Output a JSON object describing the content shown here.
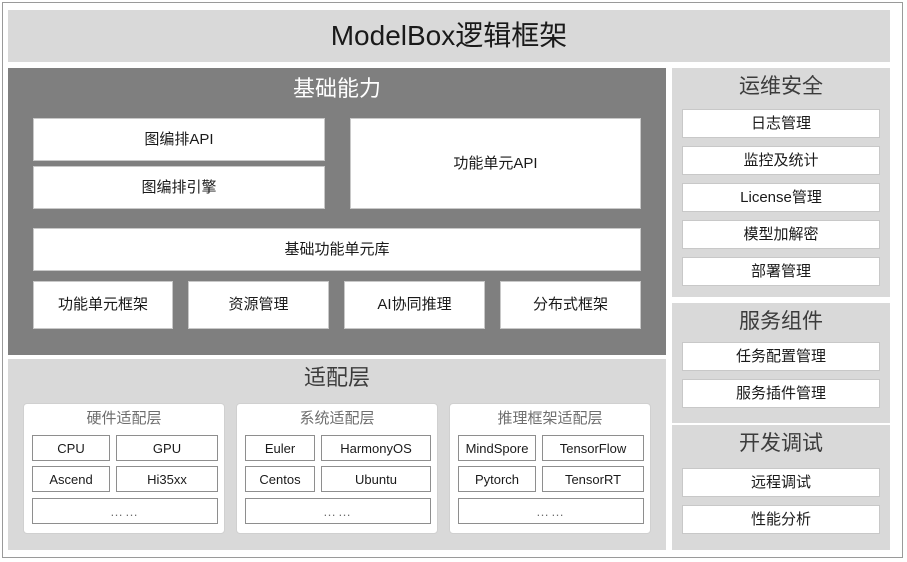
{
  "header": {
    "title": "ModelBox逻辑框架"
  },
  "core": {
    "heading": "基础能力",
    "blocks": {
      "graph_api": "图编排API",
      "graph_engine": "图编排引擎",
      "unit_api": "功能单元API",
      "base_unit_lib": "基础功能单元库"
    },
    "bottom_row": [
      "功能单元框架",
      "资源管理",
      "AI协同推理",
      "分布式框架"
    ]
  },
  "adaptation": {
    "heading": "适配层",
    "groups": [
      {
        "title": "硬件适配层",
        "row1": [
          "CPU",
          "GPU"
        ],
        "row2": [
          "Ascend",
          "Hi35xx"
        ],
        "more": "……"
      },
      {
        "title": "系统适配层",
        "row1": [
          "Euler",
          "HarmonyOS"
        ],
        "row2": [
          "Centos",
          "Ubuntu"
        ],
        "more": "……"
      },
      {
        "title": "推理框架适配层",
        "row1": [
          "MindSpore",
          "TensorFlow"
        ],
        "row2": [
          "Pytorch",
          "TensorRT"
        ],
        "more": "……"
      }
    ]
  },
  "sidebar": {
    "panels": [
      {
        "heading": "运维安全",
        "items": [
          "日志管理",
          "监控及统计",
          "License管理",
          "模型加解密",
          "部署管理"
        ]
      },
      {
        "heading": "服务组件",
        "items": [
          "任务配置管理",
          "服务插件管理"
        ]
      },
      {
        "heading": "开发调试",
        "items": [
          "远程调试",
          "性能分析"
        ]
      }
    ]
  },
  "colors": {
    "page_background": "#ffffff",
    "frame_border": "#9a9a9a",
    "title_bar": "#d9d9d9",
    "core_panel": "#7f7f7f",
    "light_panel": "#d9d9d9",
    "box_fill": "#ffffff",
    "box_border": "#c8c8c8",
    "chip_border": "#8e8e8e",
    "text_dark": "#1a1a1a",
    "text_muted": "#6e6e6e"
  }
}
